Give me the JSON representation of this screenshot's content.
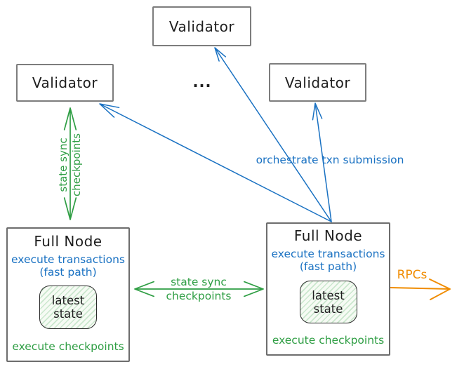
{
  "colors": {
    "blue": "#1971c2",
    "green": "#2f9e44",
    "orange": "#f08c00",
    "ink": "#1e1e1e"
  },
  "validators": {
    "top": "Validator",
    "left": "Validator",
    "right": "Validator",
    "ellipsis": "..."
  },
  "full_node_left": {
    "title": "Full Node",
    "exec_line1": "execute transactions",
    "exec_line2": "(fast path)",
    "state_line1": "latest",
    "state_line2": "state",
    "checkpoints": "execute checkpoints"
  },
  "full_node_right": {
    "title": "Full Node",
    "exec_line1": "execute transactions",
    "exec_line2": "(fast path)",
    "state_line1": "latest",
    "state_line2": "state",
    "checkpoints": "execute checkpoints"
  },
  "edges": {
    "left_sync_line1": "state sync",
    "left_sync_line2": "checkpoints",
    "mid_sync_line1": "state sync",
    "mid_sync_line2": "checkpoints",
    "orchestrate_label": "orchestrate txn submission",
    "rpc_label": "RPCs"
  }
}
